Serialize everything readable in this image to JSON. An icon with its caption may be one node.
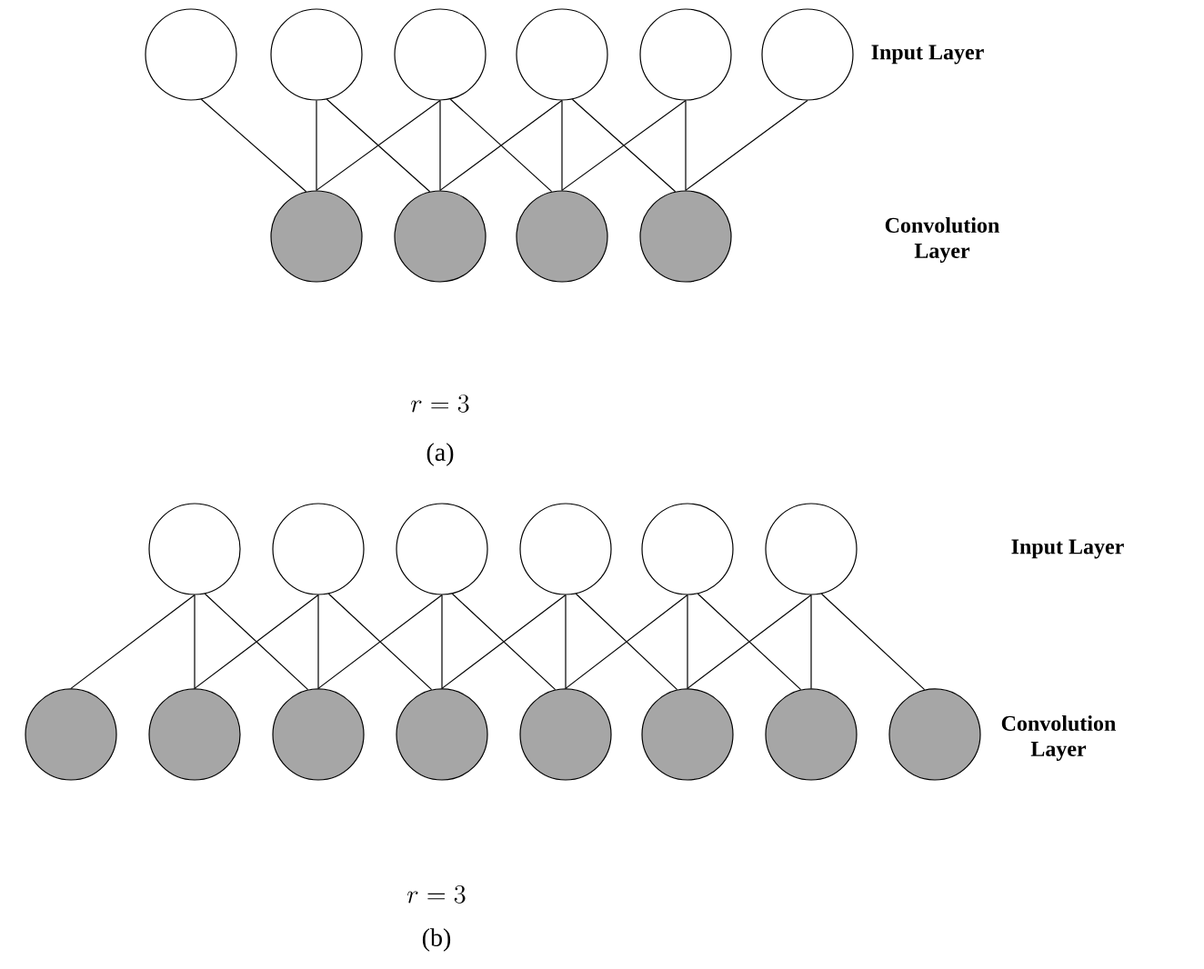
{
  "diagram": {
    "nodes": [
      {
        "text": [],
        "shape": "circle"
      },
      {
        "text": [],
        "shape": "circle"
      },
      {
        "text": [],
        "shape": "circle"
      },
      {
        "text": [],
        "shape": "circle"
      },
      {
        "text": [],
        "shape": "circle"
      },
      {
        "text": [],
        "shape": "circle"
      },
      {
        "text": [],
        "shape": "circle"
      },
      {
        "text": [],
        "shape": "circle"
      },
      {
        "text": [],
        "shape": "circle"
      },
      {
        "text": [],
        "shape": "circle"
      },
      {
        "text": [],
        "shape": "circle"
      },
      {
        "text": [],
        "shape": "circle"
      },
      {
        "text": [],
        "shape": "circle"
      },
      {
        "text": [],
        "shape": "circle"
      },
      {
        "text": [],
        "shape": "circle"
      },
      {
        "text": [],
        "shape": "circle"
      },
      {
        "text": [],
        "shape": "circle"
      },
      {
        "text": [],
        "shape": "circle"
      },
      {
        "text": [],
        "shape": "circle"
      },
      {
        "text": [],
        "shape": "circle"
      },
      {
        "text": [],
        "shape": "circle"
      },
      {
        "text": [],
        "shape": "circle"
      },
      {
        "text": [],
        "shape": "circle"
      },
      {
        "text": [],
        "shape": "circle"
      }
    ],
    "edges": [
      {
        "from": 0,
        "to": 6,
        "arrow": "none"
      },
      {
        "from": 1,
        "to": 6,
        "arrow": "none"
      },
      {
        "from": 2,
        "to": 6,
        "arrow": "none"
      },
      {
        "from": 1,
        "to": 7,
        "arrow": "none"
      },
      {
        "from": 2,
        "to": 7,
        "arrow": "none"
      },
      {
        "from": 3,
        "to": 7,
        "arrow": "none"
      },
      {
        "from": 2,
        "to": 8,
        "arrow": "none"
      },
      {
        "from": 3,
        "to": 8,
        "arrow": "none"
      },
      {
        "from": 4,
        "to": 8,
        "arrow": "none"
      },
      {
        "from": 3,
        "to": 9,
        "arrow": "none"
      },
      {
        "from": 4,
        "to": 9,
        "arrow": "none"
      },
      {
        "from": 5,
        "to": 9,
        "arrow": "none"
      },
      {
        "from": 10,
        "to": 16,
        "arrow": "none"
      },
      {
        "from": 10,
        "to": 17,
        "arrow": "none"
      },
      {
        "from": 10,
        "to": 18,
        "arrow": "none"
      },
      {
        "from": 11,
        "to": 17,
        "arrow": "none"
      },
      {
        "from": 11,
        "to": 18,
        "arrow": "none"
      },
      {
        "from": 11,
        "to": 19,
        "arrow": "none"
      },
      {
        "from": 12,
        "to": 18,
        "arrow": "none"
      },
      {
        "from": 12,
        "to": 19,
        "arrow": "none"
      },
      {
        "from": 12,
        "to": 20,
        "arrow": "none"
      },
      {
        "from": 13,
        "to": 19,
        "arrow": "none"
      },
      {
        "from": 13,
        "to": 20,
        "arrow": "none"
      },
      {
        "from": 13,
        "to": 21,
        "arrow": "none"
      },
      {
        "from": 14,
        "to": 20,
        "arrow": "none"
      },
      {
        "from": 14,
        "to": 21,
        "arrow": "none"
      },
      {
        "from": 14,
        "to": 22,
        "arrow": "none"
      },
      {
        "from": 15,
        "to": 21,
        "arrow": "none"
      },
      {
        "from": 15,
        "to": 22,
        "arrow": "none"
      },
      {
        "from": 15,
        "to": 23,
        "arrow": "none"
      }
    ],
    "labels": [
      "Input Layer",
      "Convolution Layer",
      "r=3",
      "(a)",
      "Input Layer",
      "Convolution Layer",
      "r=3",
      "(b)"
    ]
  }
}
